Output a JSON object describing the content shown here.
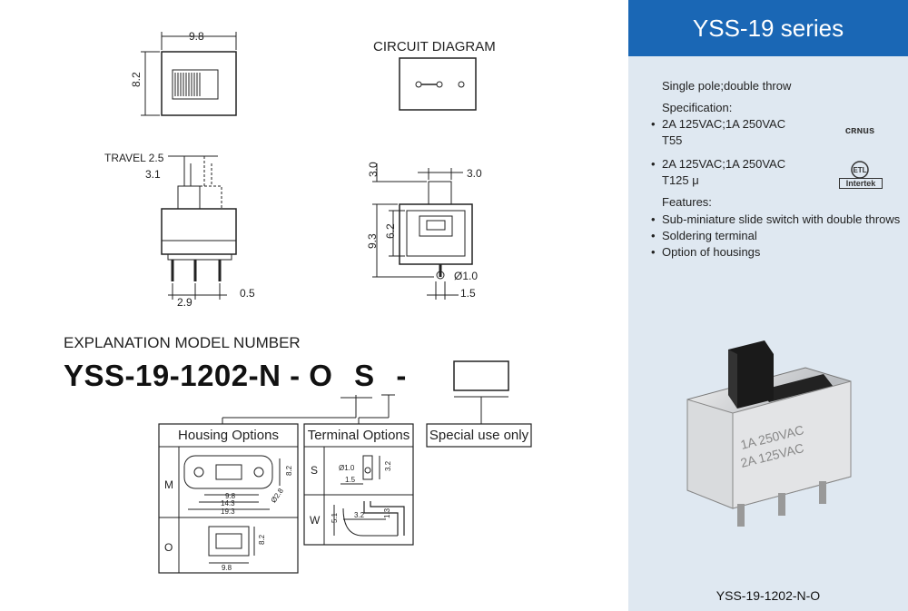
{
  "series_title": "YSS-19 series",
  "description": "Single pole;double throw",
  "specification_label": "Specification:",
  "specs": [
    {
      "line1": "2A 125VAC;1A 250VAC",
      "line2": "T55"
    },
    {
      "line1": "2A 125VAC;1A 250VAC",
      "line2": "T125 μ"
    }
  ],
  "cert_ul": "cʀɴus",
  "cert_intertek": "Intertek",
  "features_label": "Features:",
  "features": [
    "Sub-miniature slide switch with double throws",
    "Soldering terminal",
    "Option of housings"
  ],
  "photo_caption": "YSS-19-1202-N-O",
  "photo_marking": [
    "1A 250VAC",
    "2A 125VAC"
  ],
  "circuit_title": "CIRCUIT DIAGRAM",
  "dims": {
    "top_w": "9.8",
    "top_h": "8.2",
    "travel": "TRAVEL 2.5",
    "d31": "3.1",
    "d29": "2.9",
    "d05": "0.5",
    "s30a": "3.0",
    "s30b": "3.0",
    "s62": "6.2",
    "s93": "9.3",
    "s10": "Ø1.0",
    "s15": "1.5"
  },
  "explanation_title": "EXPLANATION MODEL NUMBER",
  "model": {
    "base": "YSS-19-1202-N",
    "dash1": "-",
    "o": "O",
    "s": "S",
    "dash2": "-"
  },
  "housing": {
    "title": "Housing Options",
    "row_m": "M",
    "row_o": "O",
    "m_dims": [
      "9.8",
      "14.3",
      "19.3",
      "8.2",
      "Ø2.8"
    ],
    "o_dims": [
      "9.8",
      "8.2"
    ]
  },
  "terminal": {
    "title": "Terminal Options",
    "row_s": "S",
    "row_w": "W",
    "s_dims": [
      "Ø1.0",
      "3.2",
      "1.5"
    ],
    "w_dims": [
      "5.1",
      "3.2",
      "1.3"
    ]
  },
  "special": {
    "title": "Special use only"
  }
}
